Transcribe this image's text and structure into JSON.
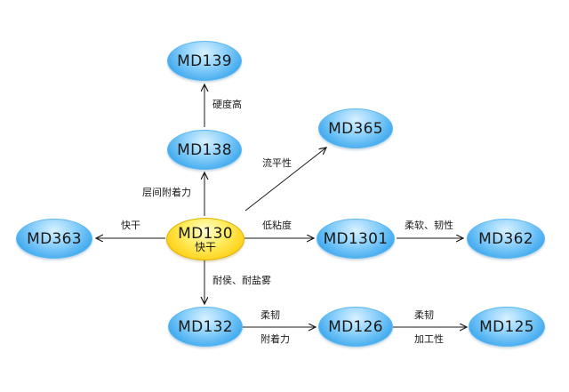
{
  "nodes": {
    "md139": {
      "label": "MD139"
    },
    "md138": {
      "label": "MD138"
    },
    "md365": {
      "label": "MD365"
    },
    "md363": {
      "label": "MD363"
    },
    "md130": {
      "label": "MD130",
      "sub": "快干"
    },
    "md1301": {
      "label": "MD1301"
    },
    "md362": {
      "label": "MD362"
    },
    "md132": {
      "label": "MD132"
    },
    "md126": {
      "label": "MD126"
    },
    "md125": {
      "label": "MD125"
    }
  },
  "edges": {
    "to_md139": "硬度高",
    "to_md138": "层间附着力",
    "to_md365": "流平性",
    "to_md363": "快干",
    "to_md1301": "低粘度",
    "to_md362": "柔软、韧性",
    "to_md132": "耐侯、耐盐雾",
    "to_md126_top": "柔韧",
    "to_md126_bottom": "附着力",
    "to_md125_top": "柔韧",
    "to_md125_bottom": "加工性"
  },
  "colors": {
    "node_blue": "#3fa9ee",
    "node_gold": "#ffd21a",
    "arrow": "#1a1a1a"
  }
}
